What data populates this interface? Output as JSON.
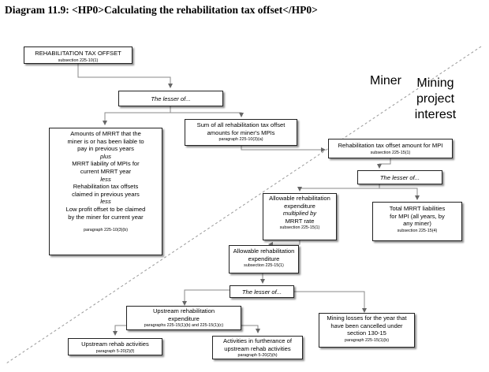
{
  "title": "Diagram 11.9:  <HP0>Calculating the rehabilitation tax offset</HP0>",
  "labels": {
    "miner": "Miner",
    "mpi_line1": "Mining",
    "mpi_line2": "project",
    "mpi_line3": "interest"
  },
  "boxes": {
    "rto": {
      "line1": "REHABILITATION TAX OFFSET",
      "ref": "subsection 225-10(1)"
    },
    "lesser1": {
      "text": "The lesser of..."
    },
    "amounts": {
      "l1": "Amounts of MRRT that the",
      "l2": "miner is or has been liable to",
      "l3": "pay in previous years",
      "l4": "plus",
      "l5": "MRRT liability of MPIs for",
      "l6": "current MRRT year",
      "l7": "less",
      "l8": "Rehabilitation tax offsets",
      "l9": "claimed in previous years",
      "l10": "less",
      "l11": "Low profit offset to be claimed",
      "l12": "by the miner for current year",
      "ref": "paragraph 225-10(3)(b)"
    },
    "sum": {
      "l1": "Sum of all rehabilitation tax offset",
      "l2": "amounts for miner's MPIs",
      "ref": "paragraph 225-10(3)(a)"
    },
    "rto_mpi": {
      "l1": "Rehabilitation tax offset amount for MPI",
      "ref": "subsection 225-15(1)"
    },
    "lesser2": {
      "text": "The lesser of..."
    },
    "allow_mult": {
      "l1": "Allowable rehabilitation",
      "l2": "expenditure",
      "l3": "multiplied by",
      "l4": "MRRT rate",
      "ref": "subsection 225-15(1)"
    },
    "total_mrrt": {
      "l1": "Total MRRT liabilities",
      "l2": "for MPI (all years, by",
      "l3": "any miner)",
      "ref": "subsection 225-15(4)"
    },
    "allow": {
      "l1": "Allowable rehabilitation",
      "l2": "expenditure",
      "ref": "subsection 225-15(1)"
    },
    "lesser3": {
      "text": "The lesser of..."
    },
    "upstream": {
      "l1": "Upstream rehabilitation",
      "l2": "expenditure",
      "ref": "paragraphs 225-15(1)(b) and 225-15(1)(c)"
    },
    "mining_losses": {
      "l1": "Mining losses for the year that",
      "l2": "have been cancelled under",
      "l3": "section 130-15",
      "ref": "paragraph 225-15(1)(b)"
    },
    "up_activities": {
      "l1": "Upstream rehab activities",
      "ref": "paragraph 5-20(2)(f)"
    },
    "furtherance": {
      "l1": "Activities in furtherance of",
      "l2": "upstream rehab activities",
      "ref": "paragraph 5-20(2)(h)"
    }
  }
}
